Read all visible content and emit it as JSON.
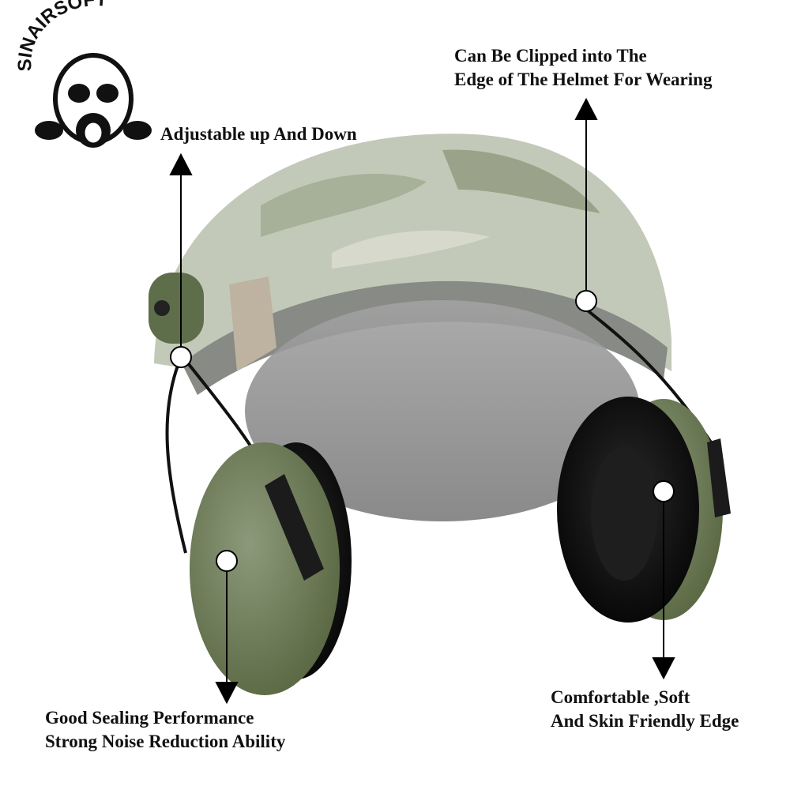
{
  "brand": {
    "logo_text": "SINAIRSOFT"
  },
  "annotations": {
    "adjustable": "Adjustable up And Down",
    "clipped_line1": "Can Be Clipped into The",
    "clipped_line2": "Edge of The Helmet For Wearing",
    "comfortable_line1": "Comfortable ,Soft",
    "comfortable_line2": "And Skin Friendly Edge",
    "sealing_line1": "Good Sealing Performance",
    "sealing_line2": "Strong Noise Reduction Ability"
  },
  "colors": {
    "earmuff_green": "#6f7f5e",
    "cushion": "#151515",
    "helmet_camo": "#bfc6b4",
    "visor": "#8f8f8f"
  }
}
